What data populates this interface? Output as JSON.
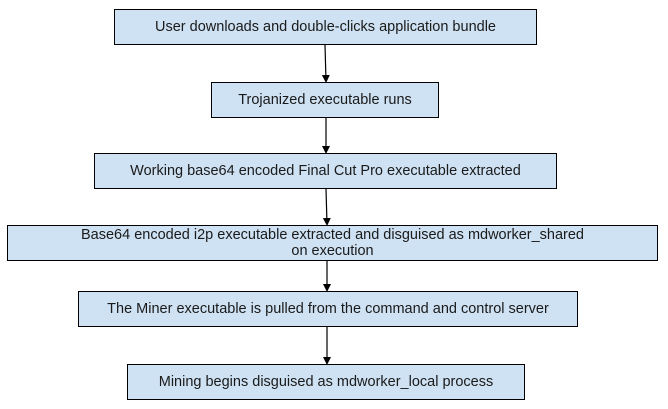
{
  "diagram": {
    "steps": [
      {
        "label": "User downloads and double-clicks application bundle"
      },
      {
        "label": "Trojanized executable runs"
      },
      {
        "label": "Working base64 encoded Final Cut Pro executable extracted"
      },
      {
        "label": "Base64 encoded i2p executable extracted and disguised as mdworker_shared on execution"
      },
      {
        "label": "The Miner executable is pulled from the command and control server"
      },
      {
        "label": "Mining begins disguised as mdworker_local process"
      }
    ],
    "colors": {
      "box_fill": "#cfe2f3",
      "box_border": "#000000",
      "arrow": "#000000",
      "text": "#1a1a1a"
    }
  }
}
